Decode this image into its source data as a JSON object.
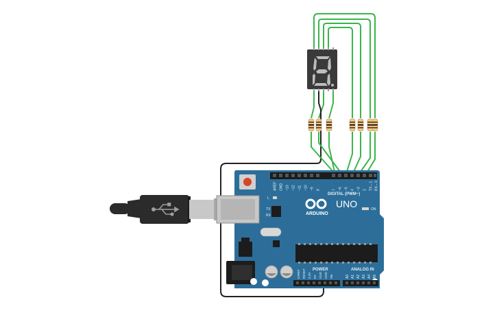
{
  "canvas": {
    "background": "#ffffff"
  },
  "colors": {
    "wire_green": "#3ab54a",
    "wire_black": "#222222",
    "board_blue": "#2c6e99",
    "display_body": "#3a3a3a",
    "segment_off": "#bdbdbd",
    "resistor_body": "#e6c98f",
    "reset_red": "#d6452a",
    "usb_plug": "#2b2b2b",
    "usb_metal": "#c8c8c8"
  },
  "display": {
    "digit_label": "8",
    "lit_segments": []
  },
  "board": {
    "name": "UNO",
    "brand": "ARDUINO",
    "digital_header_label": "DIGITAL (PWM~)",
    "power_label": "POWER",
    "analog_label": "ANALOG IN",
    "on_label": "ON",
    "led_l_label": "L",
    "led_tx_label": "TX",
    "led_rx_label": "RX",
    "top_pin_labels": [
      "AREF",
      "GND",
      "~13",
      "~12",
      "~11",
      "~10",
      "~9",
      "8",
      "7",
      "~6",
      "~5",
      "4",
      "~3",
      "2",
      "TX→1",
      "RX←0"
    ],
    "power_pin_labels": [
      "IOREF",
      "RESET",
      "3.3V",
      "5V",
      "GND",
      "GND",
      "Vin"
    ],
    "analog_pin_labels": [
      "A0",
      "A1",
      "A2",
      "A3",
      "A4",
      "A5"
    ]
  },
  "resistor_count": 7,
  "icons": {
    "usb": "usb-icon"
  }
}
